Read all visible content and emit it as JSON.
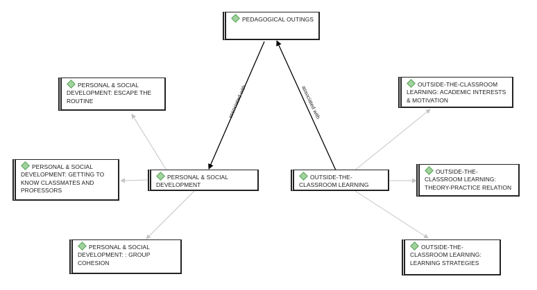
{
  "colors": {
    "node_icon": "#9fd29c",
    "edge_primary": "#000000",
    "edge_secondary": "#c4c4c4"
  },
  "nodes": {
    "pedagogical": {
      "label": "PEDAGOGICAL OUTINGS",
      "icon": "code-diamond-icon"
    },
    "personal": {
      "label": "PERSONAL & SOCIAL DEVELOPMENT",
      "icon": "code-diamond-icon"
    },
    "outside": {
      "label": "OUTSIDE-THE-CLASSROOM LEARNING",
      "icon": "code-diamond-icon"
    },
    "escape": {
      "label": "PERSONAL & SOCIAL DEVELOPMENT: ESCAPE THE ROUTINE",
      "icon": "code-diamond-icon"
    },
    "knowing": {
      "label": "PERSONAL & SOCIAL DEVELOPMENT: GETTING TO KNOW CLASSMATES AND PROFESSORS",
      "icon": "code-diamond-icon"
    },
    "cohesion": {
      "label": "PERSONAL & SOCIAL DEVELOPMENT: : GROUP COHESION",
      "icon": "code-diamond-icon"
    },
    "academic": {
      "label": "OUTSIDE-THE-CLASSROOM LEARNING: ACADEMIC INTERESTS & MOTIVATION",
      "icon": "code-diamond-icon"
    },
    "theory": {
      "label": "OUTSIDE-THE-CLASSROOM LEARNING: THEORY-PRACTICE RELATION",
      "icon": "code-diamond-icon"
    },
    "strategies": {
      "label": "OUTSIDE-THE-CLASSROOM LEARNING: LEARNING STRATEGIES",
      "icon": "code-diamond-icon"
    }
  },
  "edges": {
    "personal_to_pedagogical": {
      "label": "associated with"
    },
    "outside_to_pedagogical": {
      "label": "associated with"
    }
  }
}
